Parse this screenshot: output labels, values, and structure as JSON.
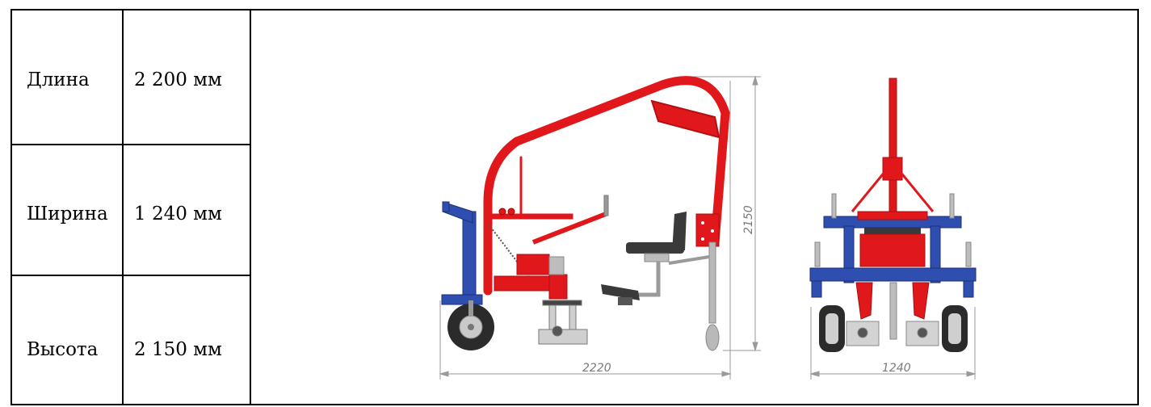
{
  "specs": [
    {
      "label": "Длина",
      "value": "2 200 мм"
    },
    {
      "label": "Ширина",
      "value": "1 240 мм"
    },
    {
      "label": "Высота",
      "value": "2 150 мм"
    }
  ],
  "drawing": {
    "dimensions": {
      "side_length": "2220",
      "side_height": "2150",
      "front_width": "1240"
    },
    "colors": {
      "frame_red": "#e0181b",
      "frame_blue": "#2f4fb0",
      "seat_dark": "#3a3a3a",
      "metal_grey": "#a7a7a7",
      "dimension_line": "#8a8a8a"
    }
  }
}
